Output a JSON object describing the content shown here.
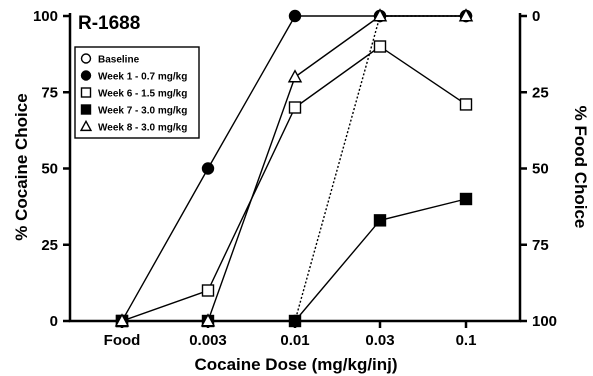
{
  "chart_data": {
    "type": "line",
    "title": "R-1688",
    "xlabel": "Cocaine Dose (mg/kg/inj)",
    "ylabel": "% Cocaine Choice",
    "ylabel_right": "% Food Choice",
    "categories": [
      "Food",
      "0.003",
      "0.01",
      "0.03",
      "0.1"
    ],
    "ylim": [
      0,
      100
    ],
    "yticks": [
      "0",
      "25",
      "50",
      "75",
      "100"
    ],
    "yticks_right": [
      "100",
      "75",
      "50",
      "25",
      "0"
    ],
    "grid": false,
    "legend_position": "top-left",
    "series": [
      {
        "name": "Baseline",
        "marker": "circle",
        "fill": "open",
        "line_style": "dotted",
        "values": [
          0,
          0,
          0,
          100,
          100
        ]
      },
      {
        "name": "Week 1 - 0.7 mg/kg",
        "marker": "circle",
        "fill": "filled",
        "line_style": "solid",
        "values": [
          0,
          50,
          100,
          100,
          100
        ]
      },
      {
        "name": "Week 6 - 1.5 mg/kg",
        "marker": "square",
        "fill": "open",
        "line_style": "solid",
        "values": [
          0,
          10,
          70,
          90,
          71
        ]
      },
      {
        "name": "Week 7 - 3.0 mg/kg",
        "marker": "square",
        "fill": "filled",
        "line_style": "solid",
        "values": [
          0,
          0,
          0,
          33,
          40
        ]
      },
      {
        "name": "Week 8 - 3.0 mg/kg",
        "marker": "triangle",
        "fill": "open",
        "line_style": "solid",
        "values": [
          0,
          0,
          80,
          100,
          100
        ]
      }
    ]
  }
}
